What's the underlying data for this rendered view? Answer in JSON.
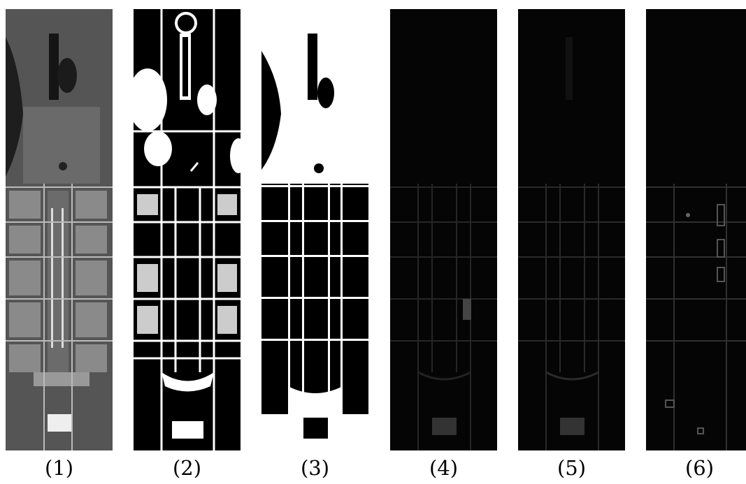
{
  "figure": {
    "panels": [
      {
        "label": "(1)",
        "style": "rgb"
      },
      {
        "label": "(2)",
        "style": "binary-bright"
      },
      {
        "label": "(3)",
        "style": "binary-inverse"
      },
      {
        "label": "(4)",
        "style": "dark"
      },
      {
        "label": "(5)",
        "style": "dark"
      },
      {
        "label": "(6)",
        "style": "dark-edges"
      }
    ],
    "colors": {
      "background": "#ffffff",
      "text": "#000000"
    }
  }
}
